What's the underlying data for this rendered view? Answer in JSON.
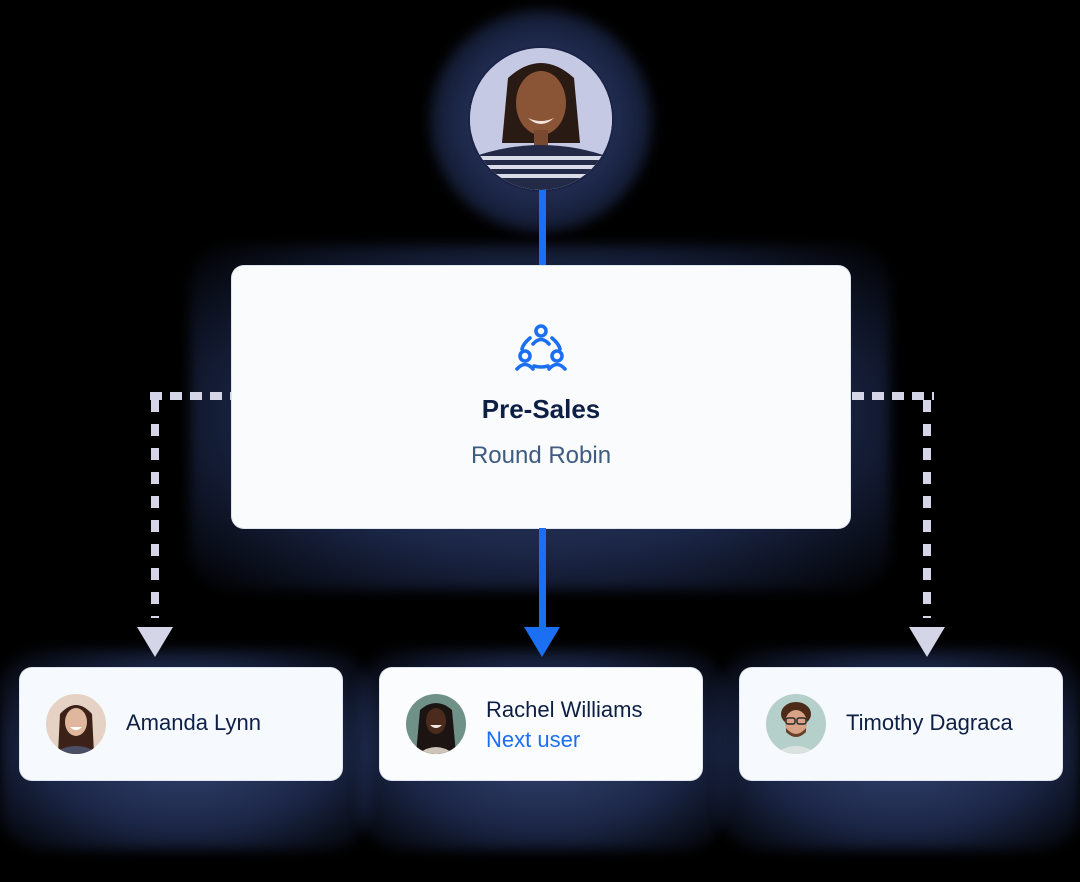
{
  "diagram": {
    "source_user": {
      "avatar": "woman-smiling-striped-top-avatar"
    },
    "group": {
      "icon": "round-robin-people-icon",
      "title": "Pre-Sales",
      "subtitle": "Round Robin"
    },
    "assignees": [
      {
        "name": "Amanda Lynn",
        "status": "",
        "highlighted": false
      },
      {
        "name": "Rachel Williams",
        "status": "Next user",
        "highlighted": true
      },
      {
        "name": "Timothy Dagraca",
        "status": "",
        "highlighted": false
      }
    ],
    "colors": {
      "accent": "#1a6ff2",
      "title": "#0d1f44",
      "subtitle": "#3e5b80",
      "dashed_connector": "#d4d6e8",
      "card_bg": "#f6f9fe",
      "background": "#000000"
    }
  }
}
